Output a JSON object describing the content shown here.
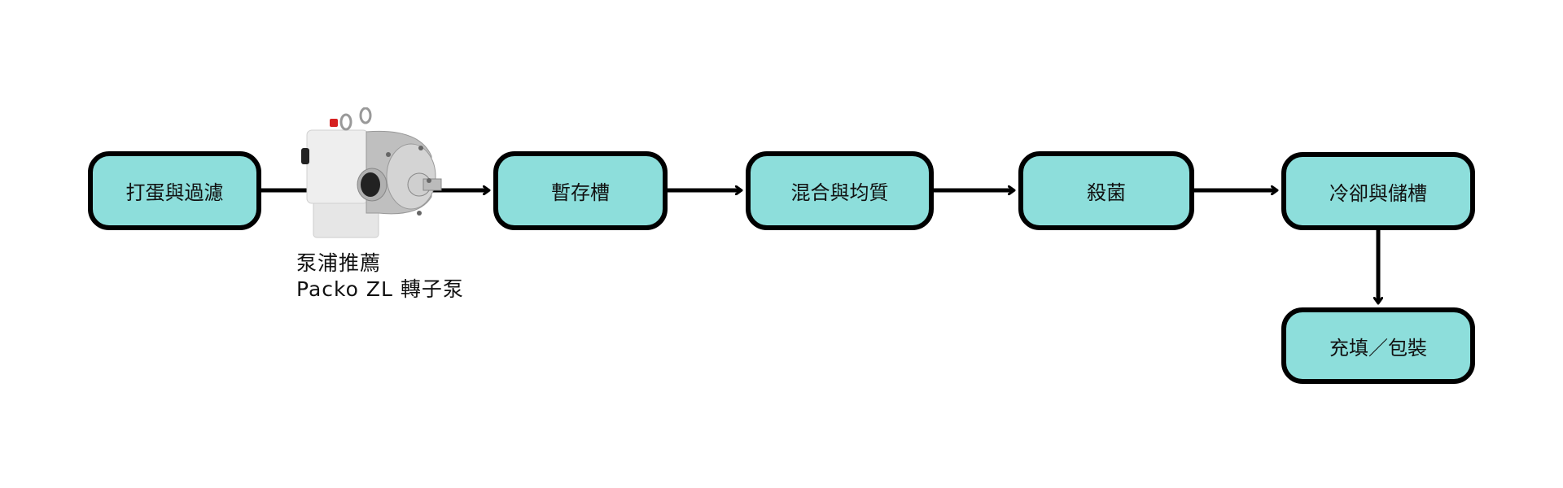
{
  "steps": [
    {
      "label": "打蛋與過濾"
    },
    {
      "label": "暫存槽"
    },
    {
      "label": "混合與均質"
    },
    {
      "label": "殺菌"
    },
    {
      "label": "冷卻與儲槽"
    },
    {
      "label": "充填／包裝"
    }
  ],
  "pump": {
    "line1": "泵浦推薦",
    "line2": "Packo  ZL 轉子泵"
  },
  "colors": {
    "box_fill": "#8ddedb",
    "stroke": "#000000"
  }
}
